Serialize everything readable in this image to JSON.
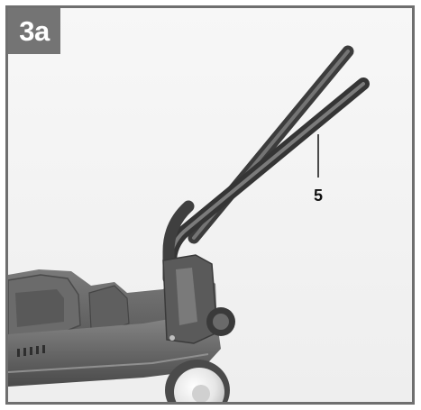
{
  "figure": {
    "label": "3a",
    "callouts": [
      {
        "number": "5",
        "part": "handle-bar"
      }
    ]
  },
  "colors": {
    "frame": "#6f6f6f",
    "badge_background": "#747474",
    "badge_text": "#ffffff",
    "background": "#f4f4f4",
    "handle": "#4a4a4a",
    "mower_body": "#6a6a6a"
  }
}
